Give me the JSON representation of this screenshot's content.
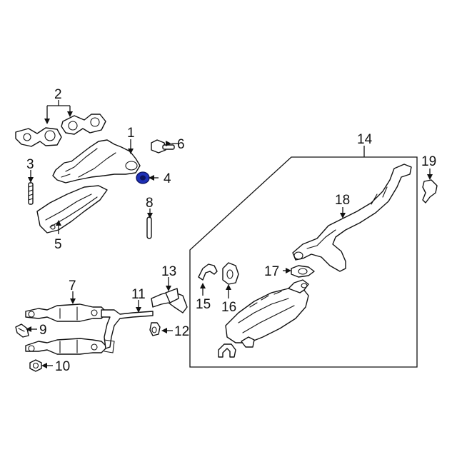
{
  "callouts": {
    "c1": "1",
    "c2": "2",
    "c3": "3",
    "c4": "4",
    "c5": "5",
    "c6": "6",
    "c7": "7",
    "c8": "8",
    "c9": "9",
    "c10": "10",
    "c11": "11",
    "c12": "12",
    "c13": "13",
    "c14": "14",
    "c15": "15",
    "c16": "16",
    "c17": "17",
    "c18": "18",
    "c19": "19"
  },
  "colors": {
    "highlight": "#1d2fb5",
    "line": "#111111",
    "background": "#ffffff"
  },
  "highlighted_part": "4"
}
